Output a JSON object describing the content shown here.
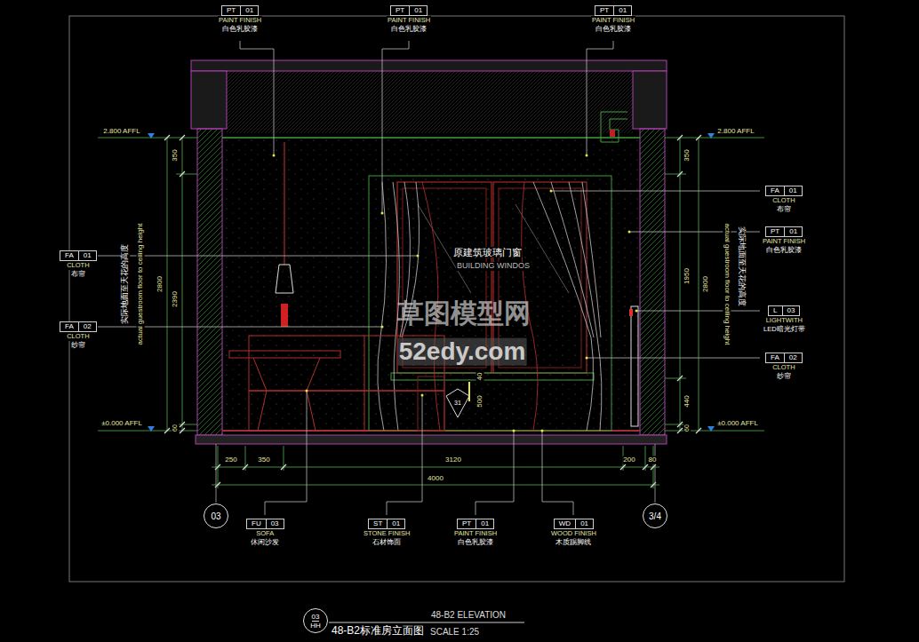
{
  "diagram": {
    "title": "48-B2标准房立面图",
    "nodes": [
      {
        "text": [
          "PT",
          "01",
          "PAINT FINISH",
          "白色乳胶漆"
        ]
      },
      {
        "text": [
          "PT",
          "01",
          "PAINT FINISH",
          "白色乳胶漆"
        ]
      },
      {
        "text": [
          "PT",
          "01",
          "PAINT FINISH",
          "白色乳胶漆"
        ]
      },
      {
        "text": [
          "FA",
          "01",
          "CLOTH",
          "布帘"
        ]
      },
      {
        "text": [
          "FA",
          "01",
          "CLOTH",
          "布帘"
        ]
      },
      {
        "text": [
          "PT",
          "01",
          "PAINT FINISH",
          "白色乳胶漆"
        ]
      },
      {
        "text": [
          "FA",
          "02",
          "CLOTH",
          "纱帘"
        ]
      },
      {
        "text": [
          "L",
          "03",
          "LIGHTWITH",
          "LED暗光灯带"
        ]
      },
      {
        "text": [
          "FA",
          "02",
          "CLOTH",
          "纱帘"
        ]
      },
      {
        "text": [
          "03"
        ]
      },
      {
        "text": [
          "3/4"
        ]
      },
      {
        "text": [
          "FU",
          "03",
          "SOFA",
          "休闲沙发"
        ]
      },
      {
        "text": [
          "ST",
          "01",
          "STONE FINISH",
          "石材饰面"
        ]
      },
      {
        "text": [
          "PT",
          "01",
          "PAINT FINISH",
          "白色乳胶漆"
        ]
      },
      {
        "text": [
          "WD",
          "01",
          "WOOD FINISH",
          "木质踢脚线"
        ]
      },
      {
        "text": [
          "03",
          "HH"
        ]
      }
    ],
    "labels": [
      "2.800 AFFL",
      "2.800 AFFL",
      "±0.000 AFFL",
      "±0.000 AFFL",
      "350",
      "2390",
      "60",
      "2800",
      "实际地面至天花的高度",
      "actual guestroom floor to ceiling height",
      "350",
      "1950",
      "440",
      "60",
      "2800",
      "实际地面至天花的高度",
      "actual guestroom floor to ceiling height",
      "原建筑玻璃门窗",
      "BUILDING WINDOS",
      "40",
      "500",
      "31",
      "250",
      "350",
      "3120",
      "200",
      "80",
      "4000",
      "草图模型网",
      "52edy.com",
      "48-B2 ELEVATION",
      "SCALE 1:25"
    ]
  }
}
